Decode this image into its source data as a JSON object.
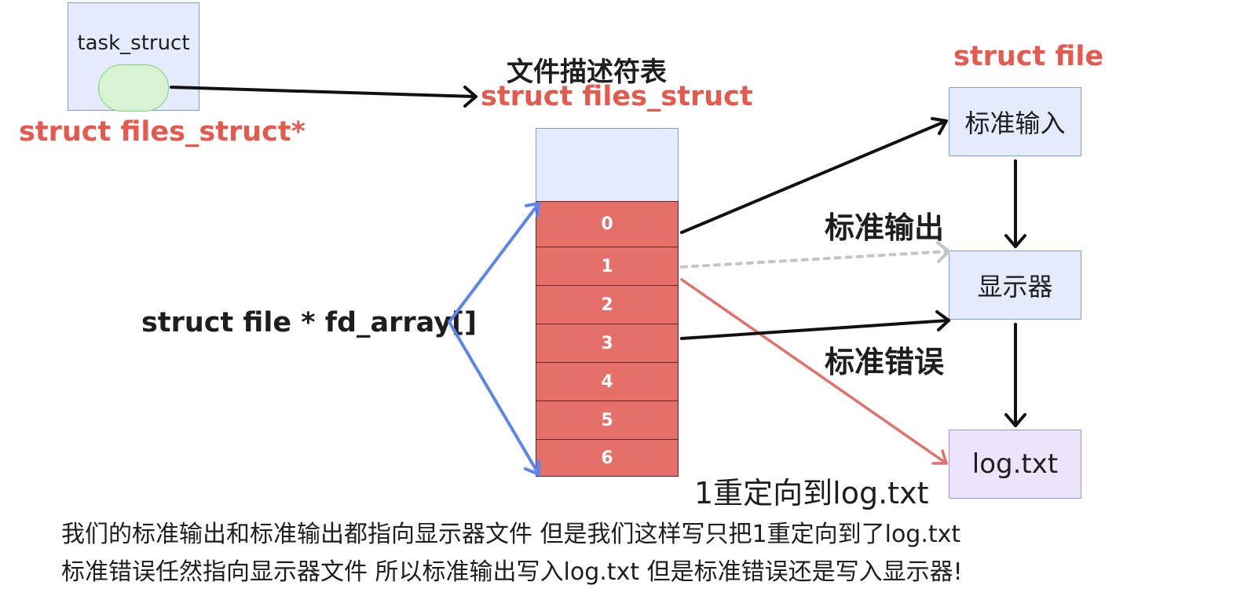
{
  "task_struct_label": "task_struct",
  "files_struct_ptr_label": "struct files_struct*",
  "fd_table_title": "文件描述符表",
  "files_struct_label": "struct files_struct",
  "struct_file_label": "struct file",
  "fd_array_label": "struct file * fd_array[]",
  "fd_indices": [
    "0",
    "1",
    "2",
    "3",
    "4",
    "5",
    "6"
  ],
  "files": {
    "stdin": "标准输入",
    "display": "显示器",
    "log": "log.txt"
  },
  "labels": {
    "stdout": "标准输出",
    "stderr": "标准错误",
    "redirect": "1重定向到log.txt"
  },
  "notes": [
    "我们的标准输出和标准输出都指向显示器文件 但是我们这样写只把1重定向到了log.txt",
    "标准错误任然指向显示器文件 所以标准输出写入log.txt 但是标准错误还是写入显示器!"
  ],
  "colors": {
    "red_text": "#e45a4f",
    "fd_cell": "#e5706a",
    "box_fill": "#e3ebfd",
    "box_border": "#7c9cf0",
    "log_fill": "#ece4fb",
    "blue_arrow": "#5b86f0",
    "red_arrow": "#e5706a",
    "dotted_arrow": "#c4c4c4"
  }
}
